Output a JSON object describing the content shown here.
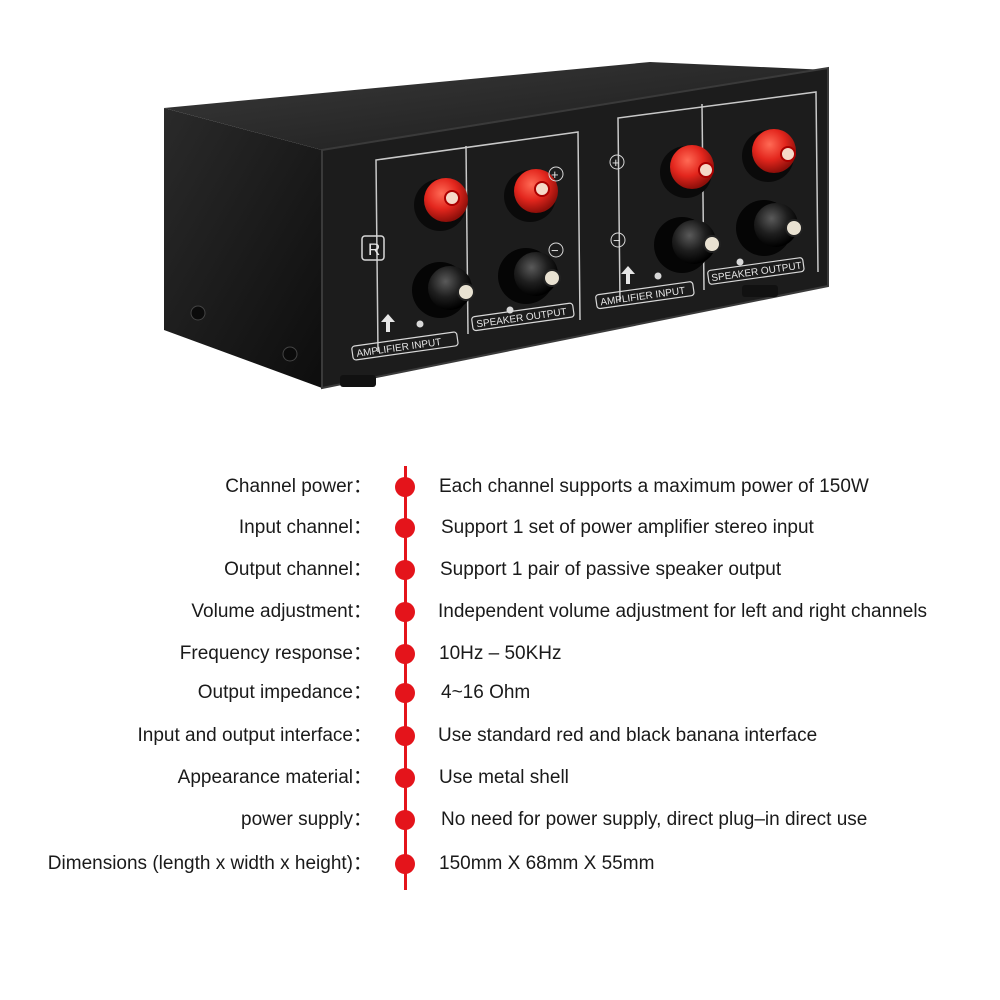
{
  "product": {
    "r_marker": "R",
    "left_amplifier_input": "AMPLIFIER INPUT",
    "left_speaker_output": "SPEAKER OUTPUT",
    "right_amplifier_input": "AMPLIFIER INPUT",
    "right_speaker_output": "SPEAKER OUTPUT",
    "plus_symbol": "+",
    "minus_symbol": "−"
  },
  "specs": [
    {
      "label": "Channel power：",
      "value": "Each channel supports a maximum power of 150W"
    },
    {
      "label": "Input channel：",
      "value": "Support 1 set of power amplifier stereo input"
    },
    {
      "label": "Output channel：",
      "value": "Support 1 pair of passive speaker output"
    },
    {
      "label": "Volume adjustment：",
      "value": "Independent volume adjustment for left and right channels"
    },
    {
      "label": "Frequency response：",
      "value": "10Hz – 50KHz"
    },
    {
      "label": "Output impedance：",
      "value": "4~16 Ohm"
    },
    {
      "label": "Input and output interface：",
      "value": "Use standard red and black banana interface"
    },
    {
      "label": "Appearance material：",
      "value": "Use metal shell"
    },
    {
      "label": "power supply：",
      "value": "No need for power supply, direct plug–in direct use"
    },
    {
      "label": "Dimensions (length x width x height)：",
      "value": "150mm X 68mm X 55mm"
    }
  ],
  "colors": {
    "accent_red": "#e4141b",
    "terminal_red": "#e3261d",
    "body_black": "#1c1c1c"
  }
}
